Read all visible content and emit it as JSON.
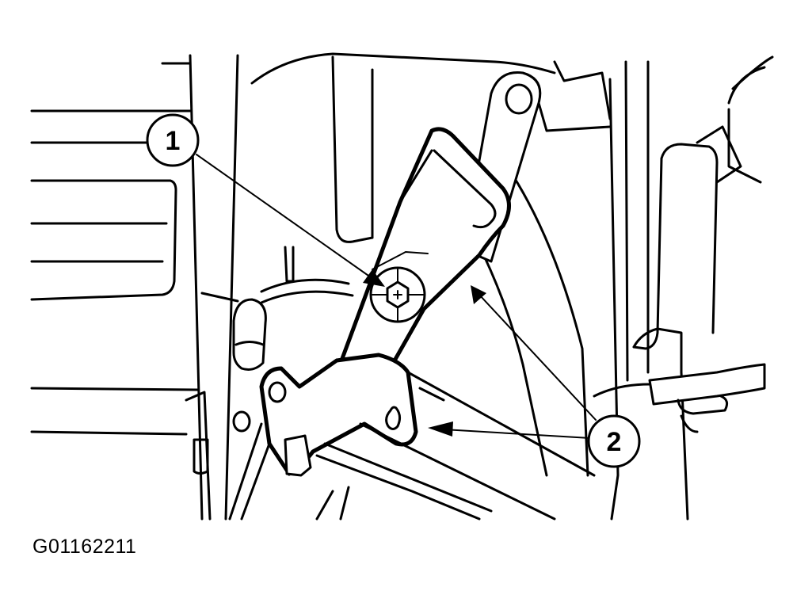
{
  "figure": {
    "id_label": "G01162211"
  },
  "callouts": [
    {
      "number": "1"
    },
    {
      "number": "2"
    }
  ]
}
